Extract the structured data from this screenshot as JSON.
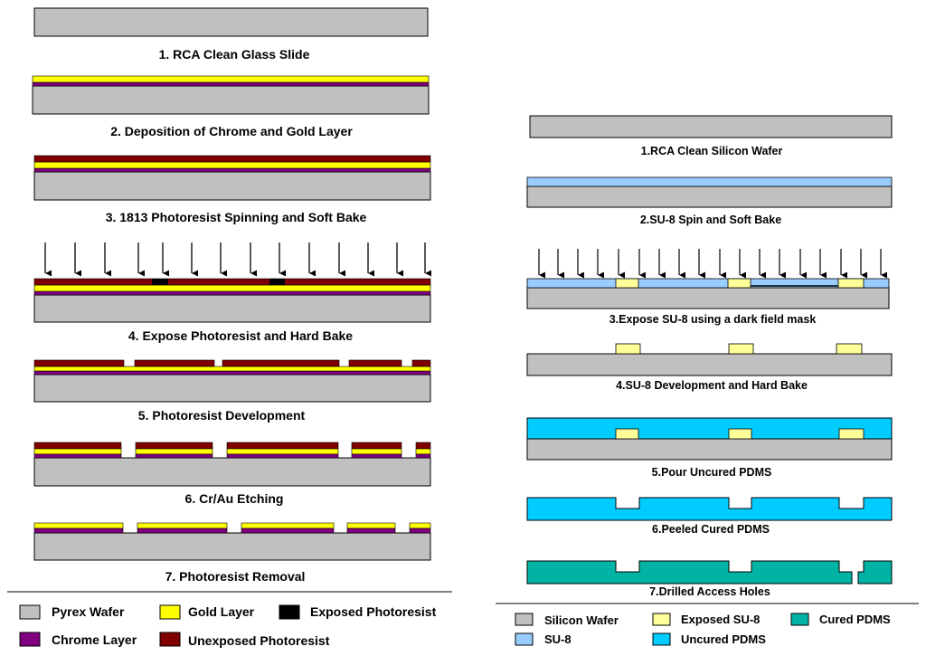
{
  "left_process": {
    "steps": [
      "1. RCA Clean Glass Slide",
      "2. Deposition of Chrome and Gold Layer",
      "3. 1813 Photoresist Spinning and Soft Bake",
      "4. Expose Photoresist and Hard Bake",
      "5. Photoresist Development",
      "6. Cr/Au Etching",
      "7. Photoresist Removal"
    ],
    "legend": {
      "pyrex": "Pyrex Wafer",
      "gold": "Gold Layer",
      "exposed": "Exposed Photoresist",
      "chrome": "Chrome Layer",
      "unexposed": "Unexposed Photoresist"
    }
  },
  "right_process": {
    "steps": [
      "1.RCA Clean Silicon Wafer",
      "2.SU-8 Spin and Soft Bake",
      "3.Expose SU-8 using a dark field mask",
      "4.SU-8 Development and Hard Bake",
      "5.Pour Uncured PDMS",
      "6.Peeled Cured PDMS",
      "7.Drilled Access Holes"
    ],
    "legend": {
      "silicon": "Silicon Wafer",
      "exposed_su8": "Exposed SU-8",
      "cured_pdms": "Cured PDMS",
      "su8": "SU-8",
      "uncured_pdms": "Uncured PDMS"
    }
  },
  "colors": {
    "substrate": "#c0c0c0",
    "gold": "#ffff00",
    "chrome": "#800080",
    "unexposed_photoresist": "#800000",
    "exposed_photoresist": "#000000",
    "su8": "#99ccff",
    "exposed_su8": "#ffff99",
    "uncured_pdms": "#00ccff",
    "cured_pdms": "#00b3a4",
    "outline": "#000000"
  }
}
